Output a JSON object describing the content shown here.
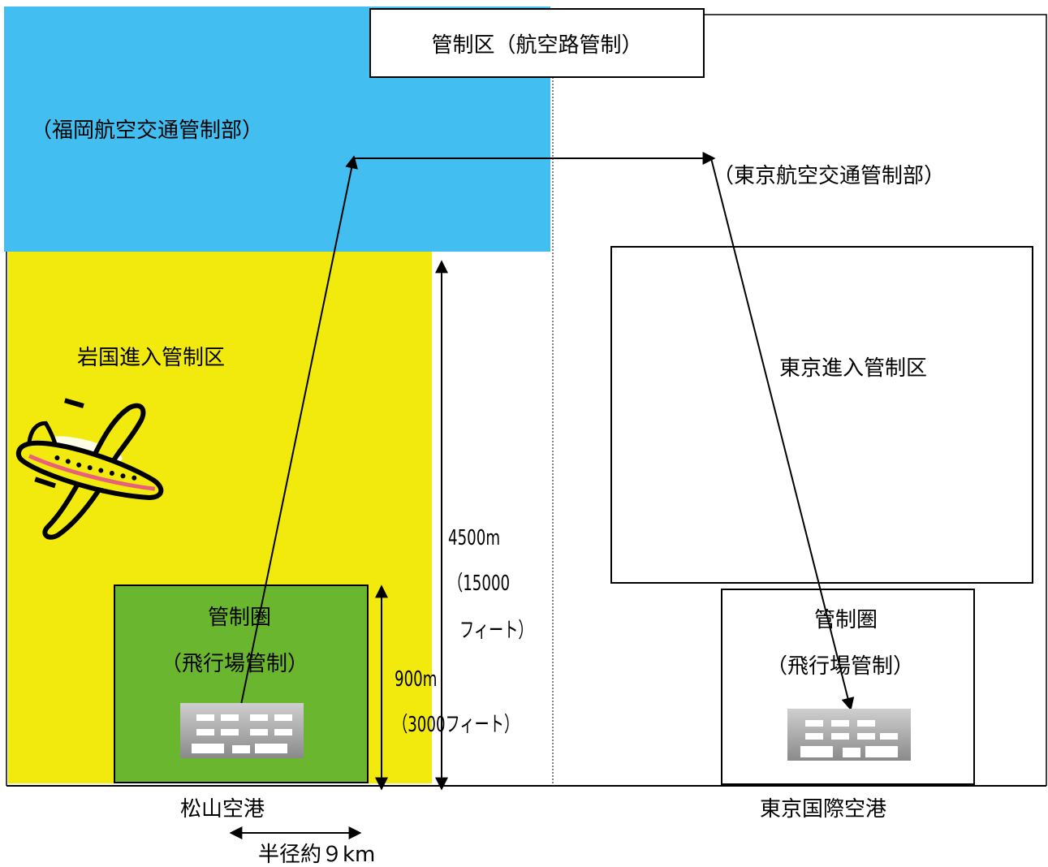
{
  "airspace": {
    "control_area_label": "管制区（航空路管制）",
    "fukuoka_acc_label": "（福岡航空交通管制部）",
    "tokyo_acc_label": "（東京航空交通管制部）",
    "iwakuni_approach_label": "岩国進入管制区",
    "tokyo_approach_label": "東京進入管制区"
  },
  "matsuyama": {
    "zone_title": "管制圏",
    "zone_subtitle": "（飛行場管制）",
    "airport_name": "松山空港",
    "radius_label": "半径約９km"
  },
  "tokyo": {
    "zone_title": "管制圏",
    "zone_subtitle": "（飛行場管制）",
    "airport_name": "東京国際空港"
  },
  "altitudes": {
    "approach_meters": "4500m",
    "approach_feet_line1": "（15000",
    "approach_feet_line2": "フィート）",
    "zone_meters": "900m",
    "zone_feet": "（3000フィート）"
  },
  "colors": {
    "acc_blue": "#42bff0",
    "approach_yellow": "#f2ea0c",
    "zone_green": "#6bb62f",
    "route_line": "#000000"
  },
  "icons": {
    "airplane": "airplane-icon",
    "tower_building": "airport-building-icon"
  }
}
